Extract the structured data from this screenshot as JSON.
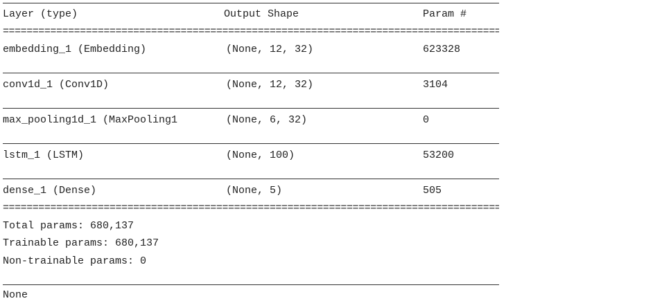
{
  "header": {
    "layer": "Layer (type)",
    "output_shape": "Output Shape",
    "param": "Param #"
  },
  "double_rule": "================================================================================================",
  "layers": [
    {
      "name": "embedding_1 (Embedding)",
      "shape": "(None, 12, 32)",
      "params": "623328"
    },
    {
      "name": "conv1d_1 (Conv1D)",
      "shape": "(None, 12, 32)",
      "params": "3104"
    },
    {
      "name": "max_pooling1d_1 (MaxPooling1",
      "shape": "(None, 6, 32)",
      "params": "0"
    },
    {
      "name": "lstm_1 (LSTM)",
      "shape": "(None, 100)",
      "params": "53200"
    },
    {
      "name": "dense_1 (Dense)",
      "shape": "(None, 5)",
      "params": "505"
    }
  ],
  "totals": {
    "total": "Total params: 680,137",
    "trainable": "Trainable params: 680,137",
    "non_trainable": "Non-trainable params: 0"
  },
  "return_value": "None"
}
